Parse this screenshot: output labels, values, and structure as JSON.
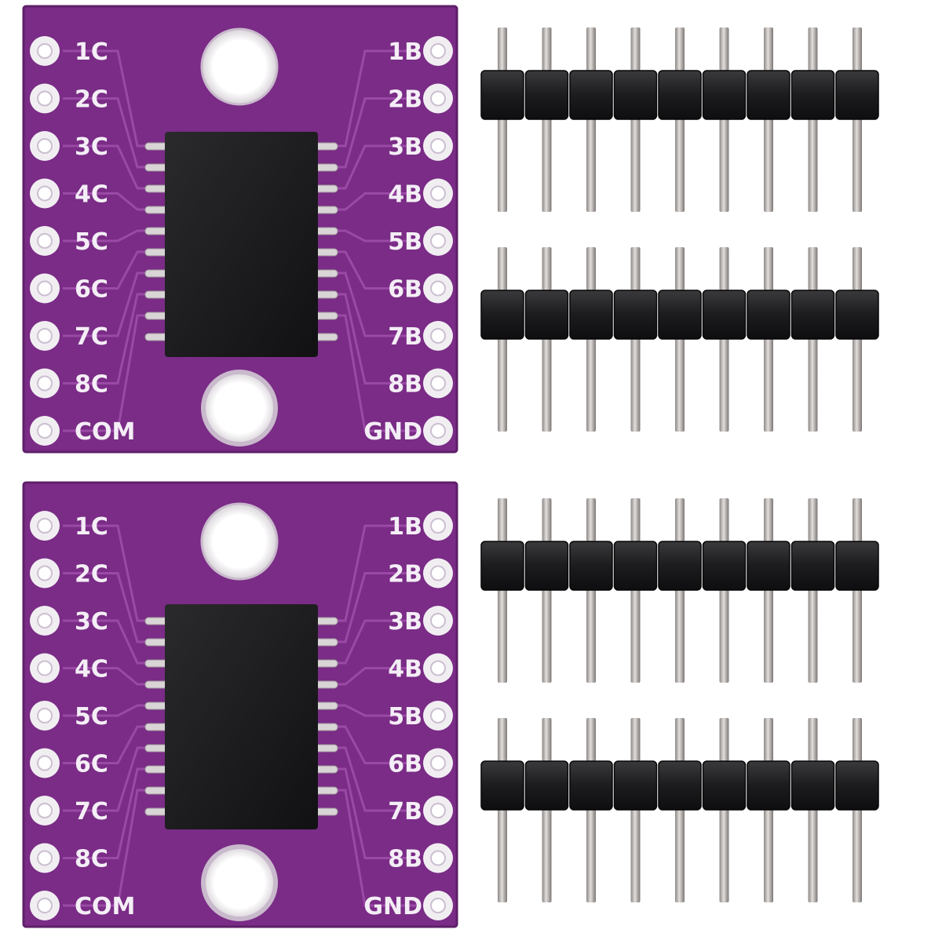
{
  "colors": {
    "background": "#ffffff",
    "pcb": "#7a2c86",
    "pcb_edge": "#5e1f69",
    "pad_ring": "#f1eef2",
    "chip": "#1b1b1d",
    "header_plastic": "#202022",
    "pin_metal": "#b9b4b2"
  },
  "boards": [
    {
      "left_labels": [
        "1C",
        "2C",
        "3C",
        "4C",
        "5C",
        "6C",
        "7C",
        "8C",
        "COM"
      ],
      "right_labels": [
        "1B",
        "2B",
        "3B",
        "4B",
        "5B",
        "6B",
        "7B",
        "8B",
        "GND"
      ]
    },
    {
      "left_labels": [
        "1C",
        "2C",
        "3C",
        "4C",
        "5C",
        "6C",
        "7C",
        "8C",
        "COM"
      ],
      "right_labels": [
        "1B",
        "2B",
        "3B",
        "4B",
        "5B",
        "6B",
        "7B",
        "8B",
        "GND"
      ]
    }
  ],
  "pin_header": {
    "count": 4,
    "pins_per_strip": 9
  }
}
